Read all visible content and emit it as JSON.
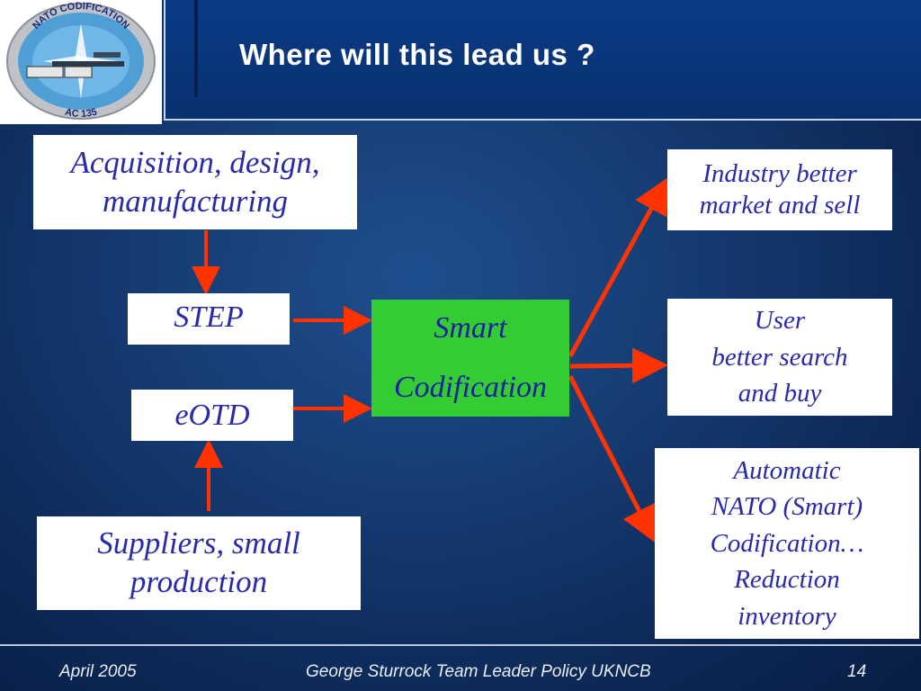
{
  "slide": {
    "title": "Where will this lead us ?"
  },
  "logo": {
    "top_text": "NATO CODIFICATION",
    "bottom_text": "AC 135"
  },
  "boxes": {
    "acquisition": [
      "Acquisition, design,",
      "manufacturing"
    ],
    "step": "STEP",
    "eotd": "eOTD",
    "suppliers": [
      "Suppliers, small",
      "production"
    ],
    "smart": [
      "Smart",
      "Codification"
    ],
    "industry": [
      "Industry better",
      "market and sell"
    ],
    "user": [
      "User",
      "better search",
      "and buy"
    ],
    "automatic": [
      "Automatic",
      "NATO (Smart)",
      "Codification…",
      "Reduction",
      "inventory"
    ]
  },
  "footer": {
    "date": "April 2005",
    "author": "George Sturrock Team Leader Policy UKNCB",
    "page": "14"
  },
  "colors": {
    "arrow": "#ff3300",
    "box_text": "#2a2aa8",
    "smart_bg": "#33cc33"
  }
}
